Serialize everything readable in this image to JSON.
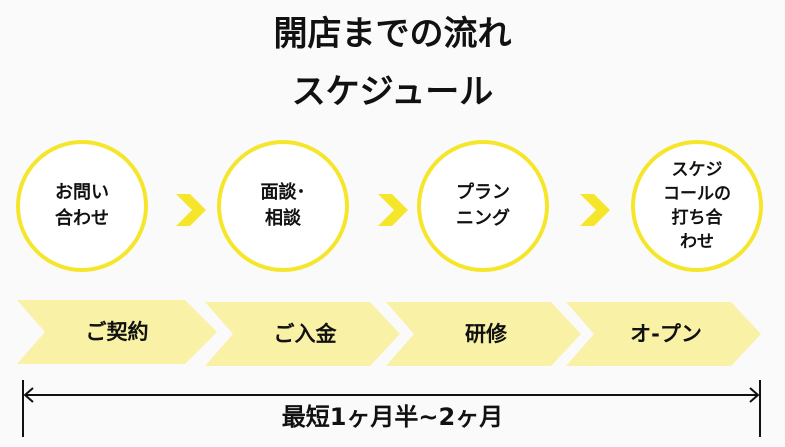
{
  "title": {
    "line1": "開店までの流れ",
    "line2": "スケジュール"
  },
  "steps": [
    {
      "label": "お問い\n合わせ"
    },
    {
      "label": "面談･\n相談"
    },
    {
      "label": "プラン\nニング"
    },
    {
      "label": "スケジ\nコールの\n打ち合\nわせ"
    }
  ],
  "phases": [
    {
      "label": "ご契約"
    },
    {
      "label": "ご入金"
    },
    {
      "label": "研修"
    },
    {
      "label": "オ-プン"
    }
  ],
  "duration": {
    "label": "最短1ヶ月半~2ヶ月"
  },
  "colors": {
    "circle": "#f5e62c",
    "chevron": "#f8f1a6",
    "arrow": "#f5e62c"
  }
}
